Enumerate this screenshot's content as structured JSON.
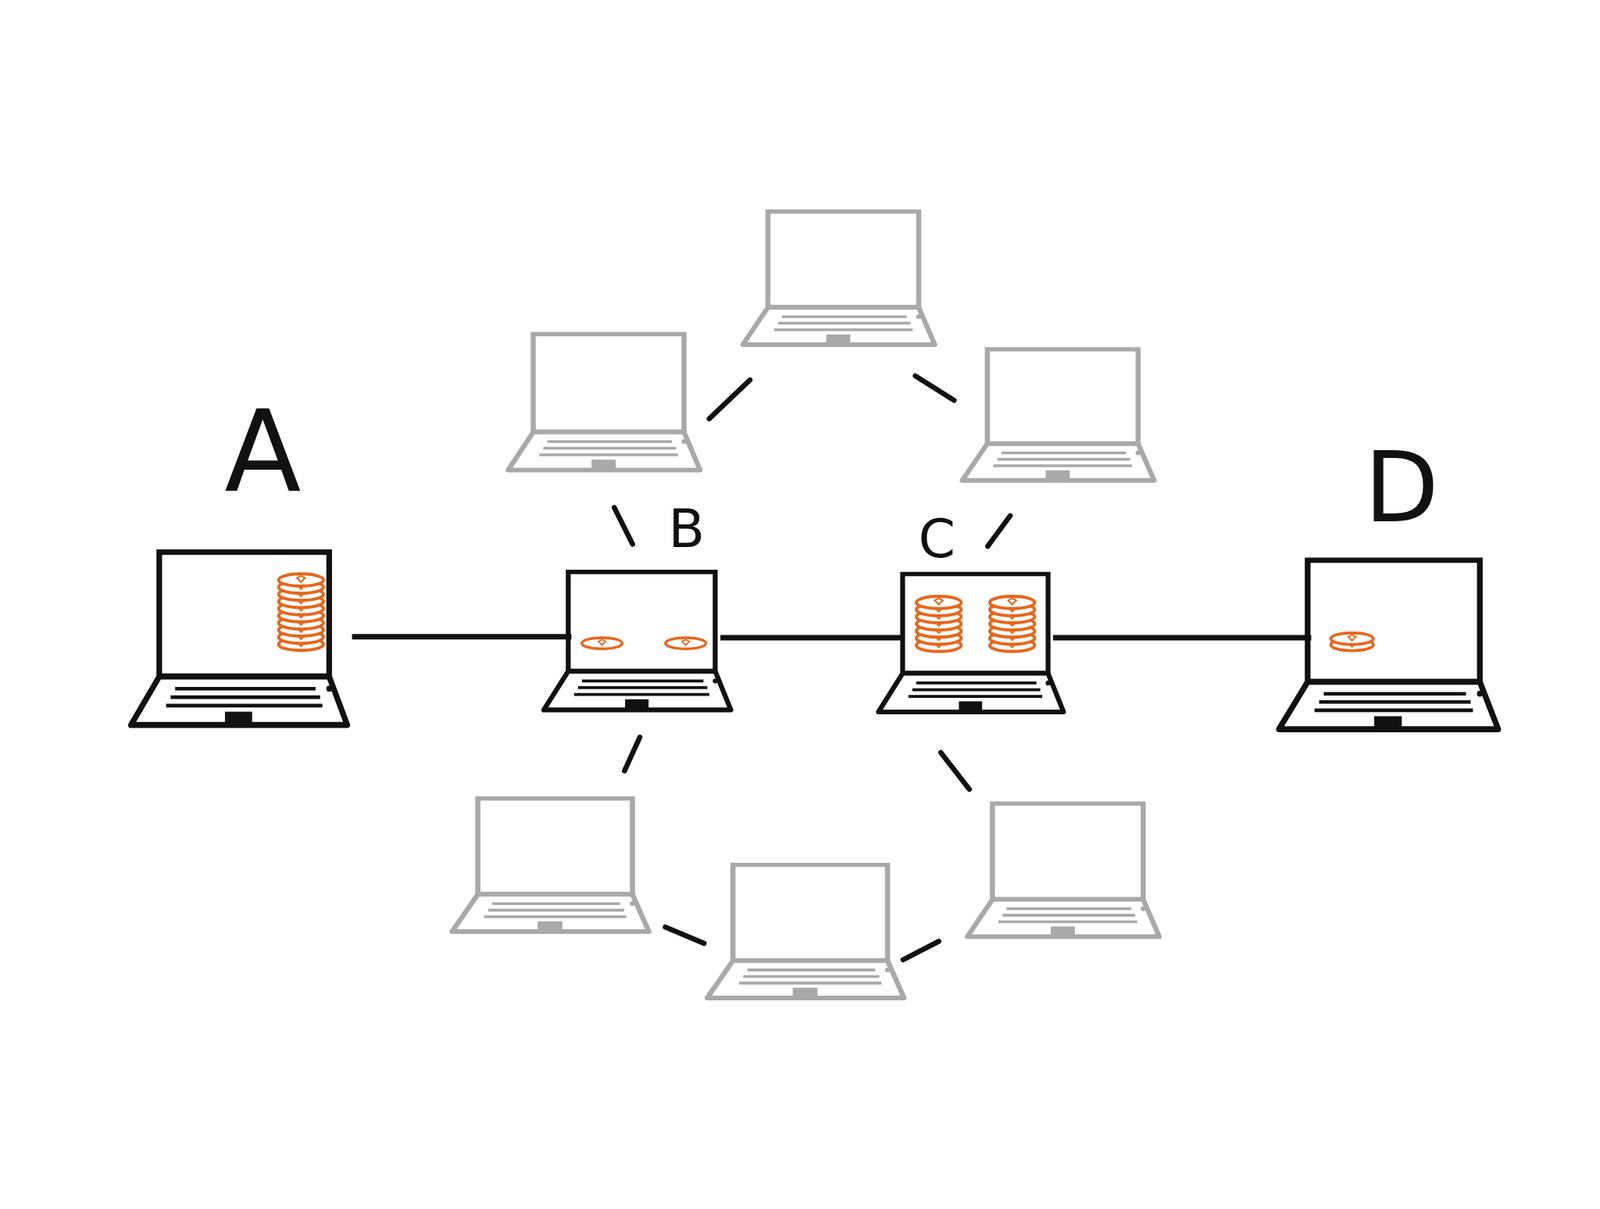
{
  "diagram": {
    "nodes": [
      {
        "text": [
          "A"
        ]
      },
      {
        "text": [
          "B"
        ]
      },
      {
        "text": [
          "C"
        ]
      },
      {
        "text": [
          "D"
        ]
      }
    ],
    "edges": [
      {
        "from": 0,
        "to": 1,
        "arrow": "none"
      },
      {
        "from": 1,
        "to": 2,
        "arrow": "none"
      },
      {
        "from": 2,
        "to": 3,
        "arrow": "none"
      }
    ]
  }
}
